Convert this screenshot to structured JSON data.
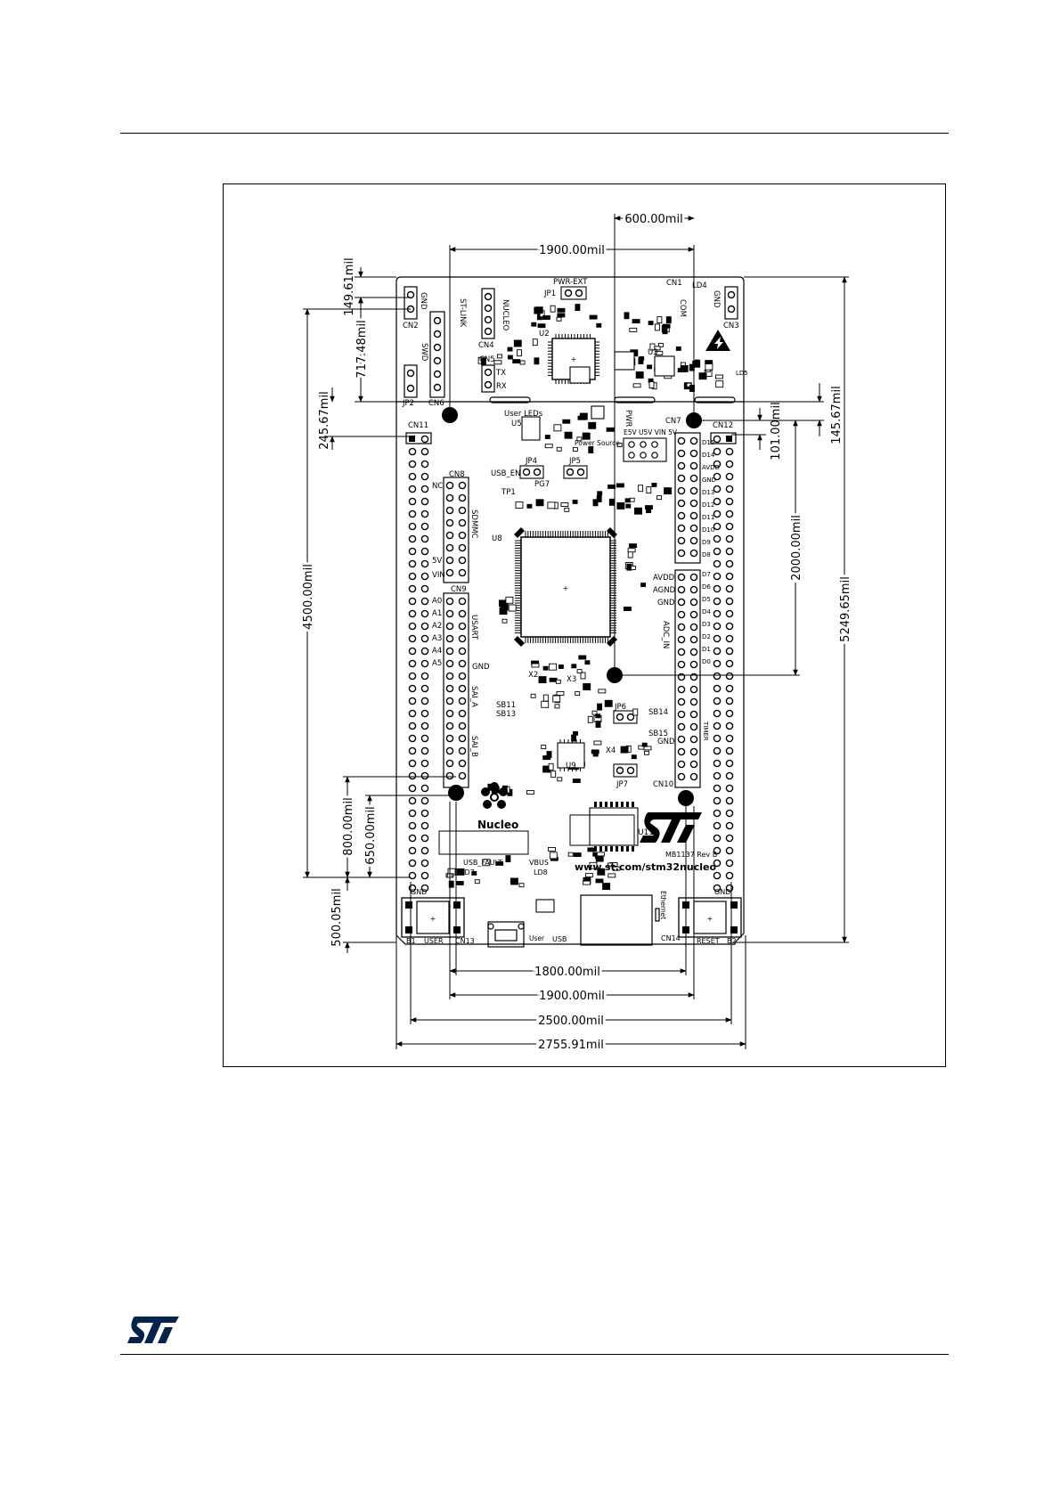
{
  "brand": {
    "logo": "st-logo",
    "color": "#03234b"
  },
  "drawing": {
    "horizontal_dimensions": {
      "top_1900": "1900.00mil",
      "top_600": "600.00mil",
      "bottom_1800": "1800.00mil",
      "bottom_1900": "1900.00mil",
      "bottom_2500": "2500.00mil",
      "bottom_2755": "2755.91mil"
    },
    "vertical_dimensions": {
      "d149": "149.61mil",
      "d717": "717.48mil",
      "d245": "245.67mil",
      "d4500": "4500.00mil",
      "d800": "800.00mil",
      "d650": "650.00mil",
      "d500": "500.05mil",
      "d101": "101.00mil",
      "d145": "145.67mil",
      "d2000": "2000.00mil",
      "d5249": "5249.65mil"
    },
    "board_labels": {
      "cn1": "CN1",
      "cn2": "CN2",
      "cn3": "CN3",
      "cn4": "CN4",
      "cn5": "CN5",
      "cn6": "CN6",
      "cn7": "CN7",
      "cn8": "CN8",
      "cn9": "CN9",
      "cn10": "CN10",
      "cn11": "CN11",
      "cn12": "CN12",
      "cn13": "CN13",
      "cn14": "CN14",
      "jp1": "JP1",
      "jp2": "JP2",
      "jp4": "JP4",
      "jp5": "JP5",
      "jp6": "JP6",
      "jp7": "JP7",
      "pwr_ext": "PWR-EXT",
      "stlink": "ST-LINK",
      "nucleo_vert": "NUCLEO",
      "gnd": "GND",
      "swd": "SWD",
      "tx": "TX",
      "rx": "RX",
      "u2": "U2",
      "u3": "U3",
      "u5": "U5",
      "u8": "U8",
      "u9": "U9",
      "u11": "U11",
      "user_leds": "User LEDs",
      "power_source": "Power Source",
      "usb_en": "USB_EN",
      "e5v": "E5V U5V VIN 5V",
      "pg7": "PG7",
      "tp1": "TP1",
      "pwr": "PWR",
      "ld4": "LD4",
      "ld5": "LD5",
      "com": "COM",
      "avdd": "AVDD",
      "agnd": "AGND",
      "gnd2": "GND",
      "d15": "D15",
      "d14": "D14",
      "d13": "D13",
      "d12": "D12",
      "d11": "D11",
      "d10": "D10",
      "d9": "D9",
      "d8": "D8",
      "d7": "D7",
      "d6": "D6",
      "d5": "D5",
      "d4": "D4",
      "d3": "D3",
      "d2": "D2",
      "d1": "D1",
      "d0": "D0",
      "a0": "A0",
      "a1": "A1",
      "a2": "A2",
      "a3": "A3",
      "a4": "A4",
      "a5": "A5",
      "nc": "NC",
      "v5": "5V",
      "vin": "VIN",
      "sdmmc": "SDMMC",
      "usart": "USART",
      "sai_a": "SAI_A",
      "sai_b": "SAI_B",
      "timer": "TIMER",
      "adc_in": "ADC_IN",
      "sb11": "SB11",
      "sb13": "SB13",
      "sb14": "SB14",
      "sb15": "SB15",
      "x2": "X2",
      "x3": "X3",
      "x4": "X4",
      "nucleo": "Nucleo",
      "url": "www.st.com/stm32nucleo",
      "mb": "MB1137 Rev B",
      "usb_fault": "USB_FAULT",
      "vbus": "VBUS",
      "ld7": "LD7",
      "ld8": "LD8",
      "ethernet": "Ethernet",
      "usb": "USB",
      "user_usb": "User",
      "b1": "B1",
      "b2": "B2",
      "user": "USER",
      "reset": "RESET"
    }
  }
}
